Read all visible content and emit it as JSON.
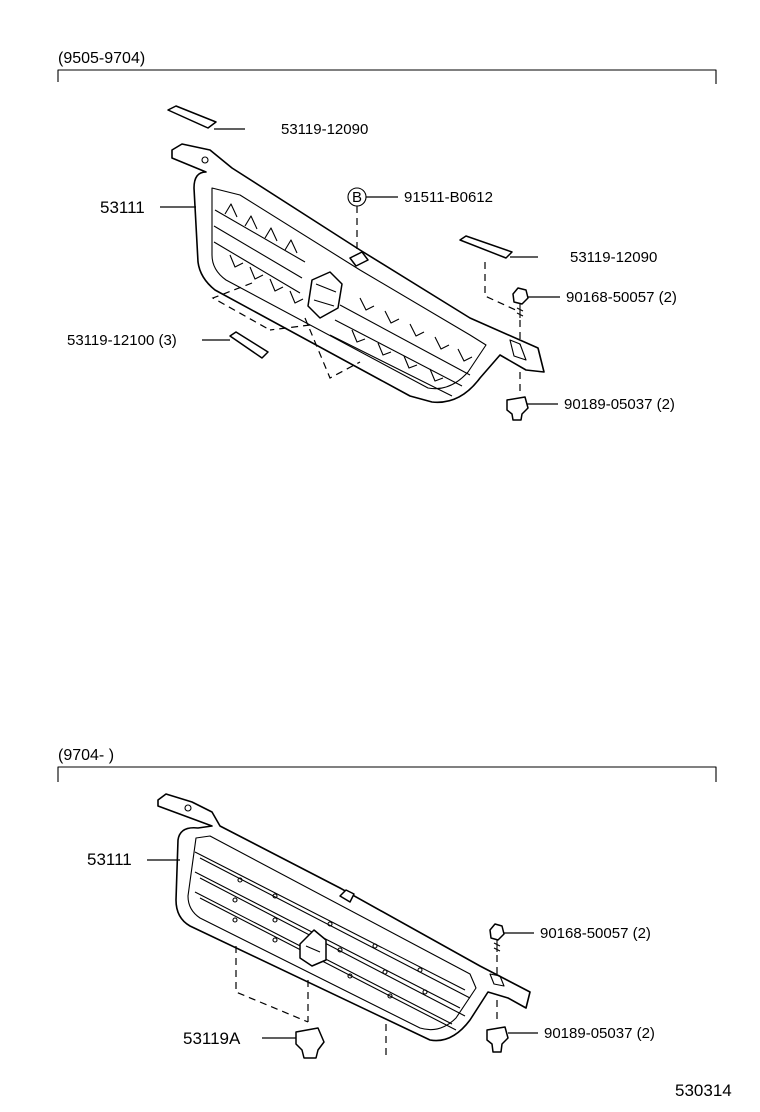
{
  "diagram_id": "530314",
  "sections": [
    {
      "range": "(9505-9704)",
      "labels": {
        "grille": "53111",
        "emblem_upper_left": "53119-12090",
        "emblem_upper_right": "53119-12090",
        "bolt_b_marker": "B",
        "bolt_b": "91511-B0612",
        "screw": "90168-50057 (2)",
        "clip": "90189-05037 (2)",
        "emblem_lower": "53119-12100 (3)"
      }
    },
    {
      "range": "(9704-        )",
      "labels": {
        "grille": "53111",
        "screw": "90168-50057 (2)",
        "clip": "90189-05037 (2)",
        "retainer": "53119A"
      }
    }
  ]
}
